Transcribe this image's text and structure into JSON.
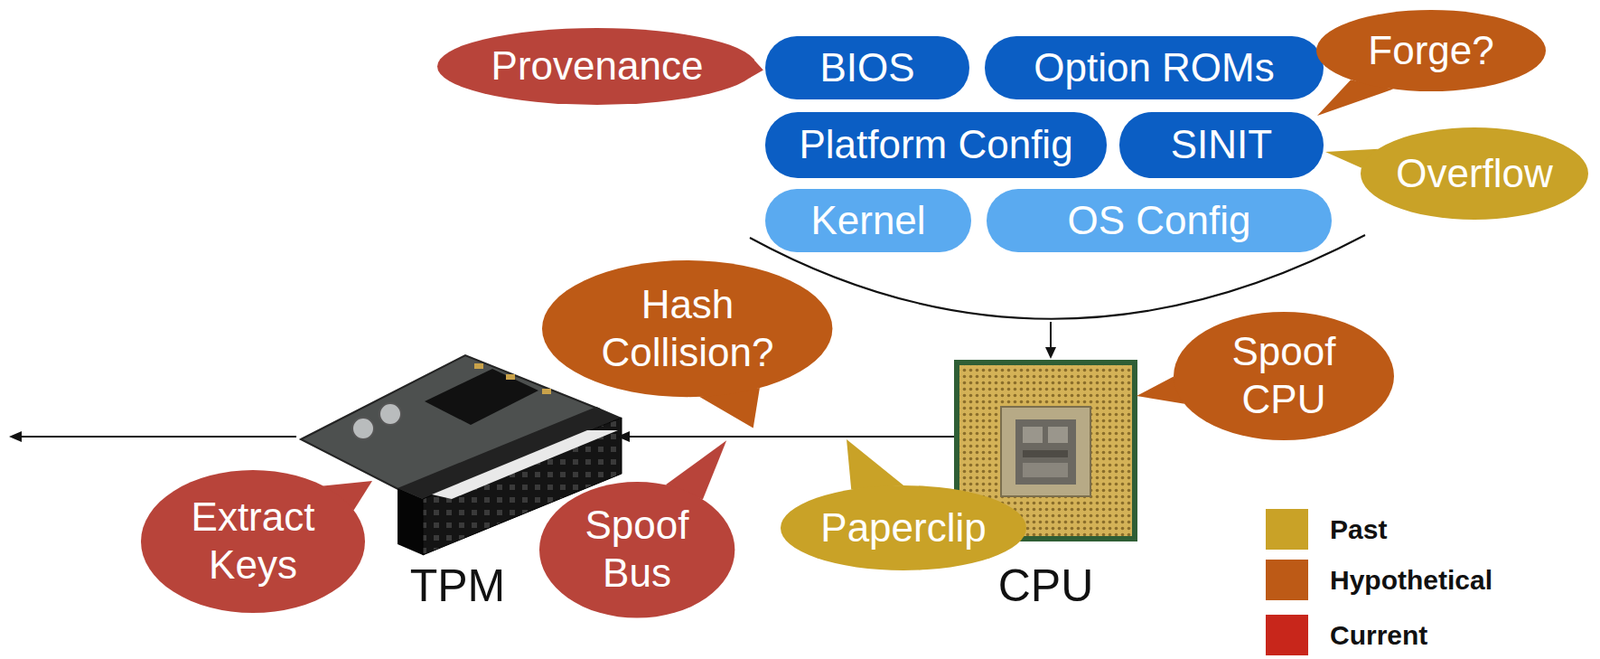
{
  "diagram": {
    "nodes": [
      {
        "text": [
          "Provenance"
        ]
      },
      {
        "text": [
          "BIOS"
        ]
      },
      {
        "text": [
          "Option ROMs"
        ]
      },
      {
        "text": [
          "Forge?"
        ]
      },
      {
        "text": [
          "Platform Config"
        ]
      },
      {
        "text": [
          "SINIT"
        ]
      },
      {
        "text": [
          "Overflow"
        ]
      },
      {
        "text": [
          "Kernel"
        ]
      },
      {
        "text": [
          "OS Config"
        ]
      },
      {
        "text": [
          "Hash Collision?"
        ]
      },
      {
        "text": [
          "Spoof CPU"
        ]
      },
      {
        "text": [
          "TPM"
        ]
      },
      {
        "text": [
          "CPU"
        ]
      },
      {
        "text": [
          "Extract Keys"
        ]
      },
      {
        "text": [
          "Spoof Bus"
        ]
      },
      {
        "text": [
          "Paperclip"
        ]
      }
    ],
    "edges": [
      {
        "from": 12,
        "to": 11,
        "arrow": "to"
      }
    ],
    "legend": [
      {
        "text": "Past",
        "color": "#c9a227"
      },
      {
        "text": "Hypothetical",
        "color": "#bd5a16"
      },
      {
        "text": "Current",
        "color": "#c8261b"
      }
    ]
  }
}
